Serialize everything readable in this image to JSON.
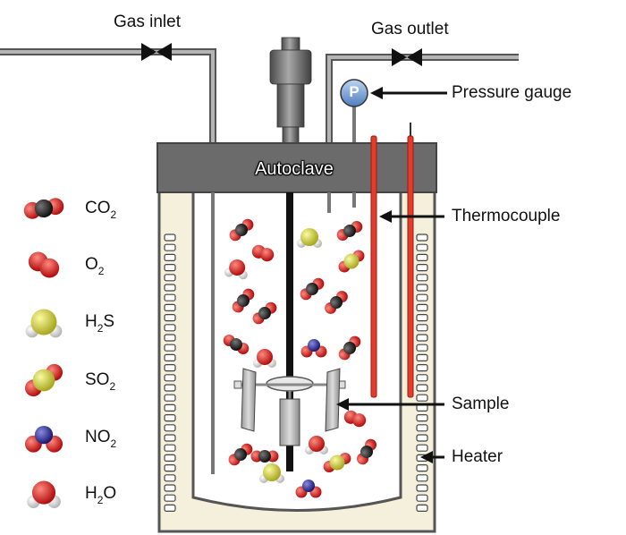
{
  "labels": {
    "gas_inlet": "Gas inlet",
    "gas_outlet": "Gas outlet",
    "pressure_gauge": "Pressure gauge",
    "autoclave": "Autoclave",
    "thermocouple": "Thermocouple",
    "sample": "Sample",
    "heater": "Heater",
    "gauge_letter": "P"
  },
  "legend": [
    {
      "name": "co2",
      "base": "CO",
      "sub": "2",
      "post": ""
    },
    {
      "name": "o2",
      "base": "O",
      "sub": "2",
      "post": ""
    },
    {
      "name": "h2s",
      "base": "H",
      "sub": "2",
      "post": "S"
    },
    {
      "name": "so2",
      "base": "SO",
      "sub": "2",
      "post": ""
    },
    {
      "name": "no2",
      "base": "NO",
      "sub": "2",
      "post": ""
    },
    {
      "name": "h2o",
      "base": "H",
      "sub": "2",
      "post": "O"
    }
  ],
  "colors": {
    "carbon": "#222222",
    "oxygen": "#dd2222",
    "sulfur": "#d8d83a",
    "nitrogen": "#2a2a9a",
    "hydrogen": "#f2f2f2",
    "pipe": "#7a7a7a",
    "lid": "#6b6b6b",
    "insulation": "#f5f0dc",
    "thermocouple": "#e33b2c",
    "gauge": "#7fa6d8"
  }
}
